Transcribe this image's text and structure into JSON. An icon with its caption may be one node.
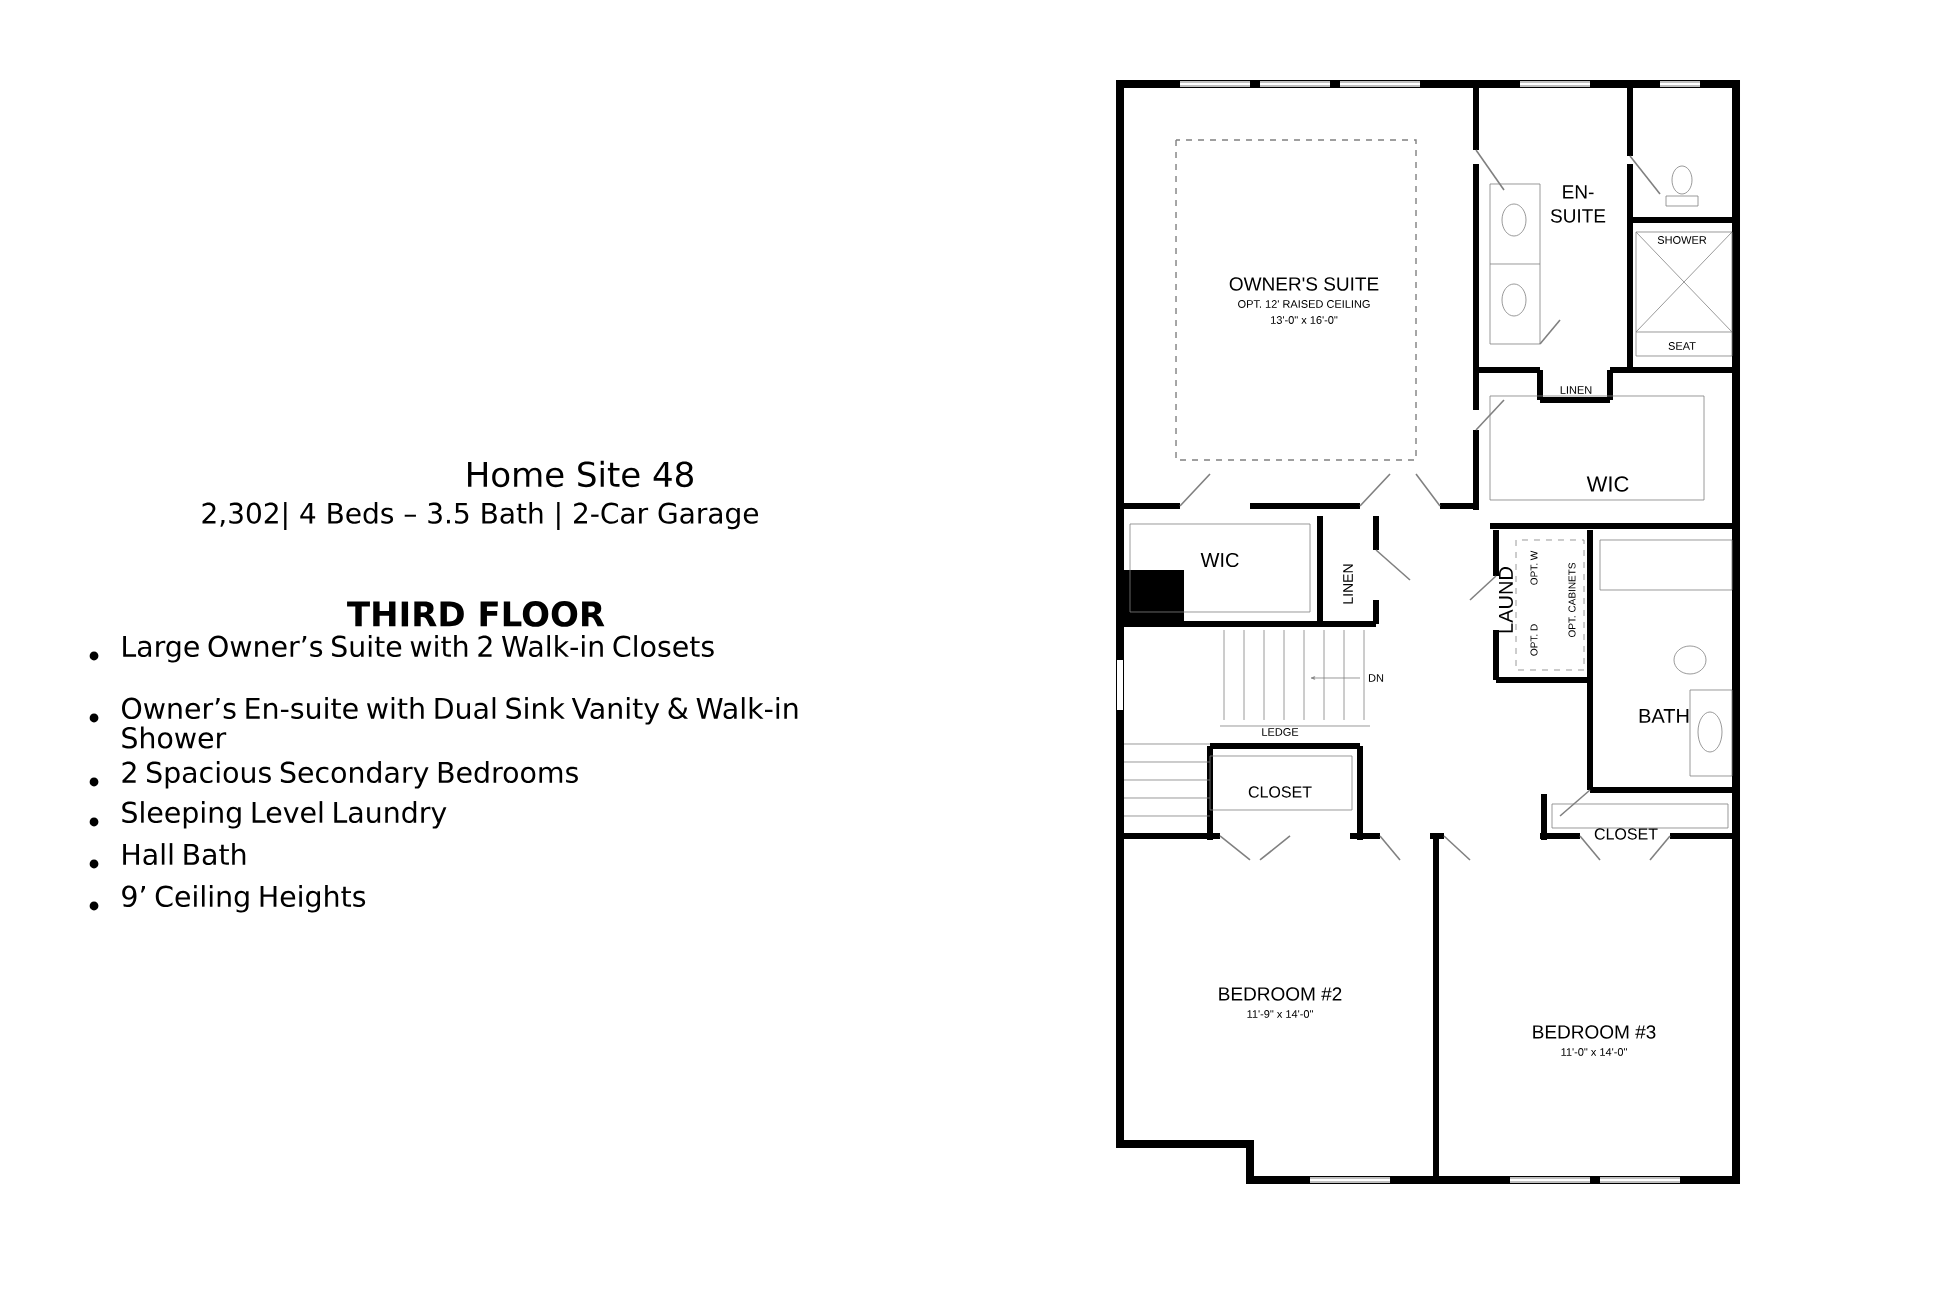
{
  "diagram": {
    "labels": [
      "Home Site 48",
      "2,302| 4 Beds – 3.5 Bath | 2-Car Garage",
      "THIRD FLOOR",
      "Large Owner’s Suite with 2 Walk-in Closets",
      "Owner’s En-suite with Dual Sink Vanity & Walk-in Shower",
      "2 Spacious Secondary Bedrooms",
      "Sleeping Level Laundry",
      "Hall Bath",
      "9’ Ceiling Heights",
      "EN- SUITE",
      "SHOWER",
      "OWNER'S SUITE",
      "OPT. 12' RAISED CEILING",
      "13'-0\" x 16'-0\"",
      "SEAT",
      "LINEN",
      "WIC",
      "WIC",
      "LINEN",
      "OPT. W",
      "LAUND",
      "OPT. D",
      "OPT. CABINETS",
      "DN",
      "BATH",
      "LEDGE",
      "CLOSET",
      "CLOSET",
      "BEDROOM #2",
      "11'-9\" x 14'-0\"",
      "BEDROOM #3",
      "11'-0\" x 14'-0\""
    ]
  }
}
